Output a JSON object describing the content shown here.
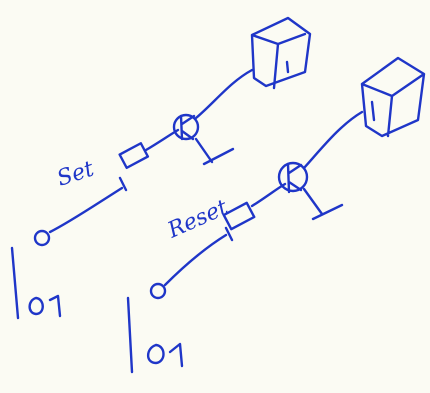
{
  "diagram": {
    "ink_color": "#1f36c8",
    "paper_color": "#fbfbf3",
    "top_circuit": {
      "label": "Set",
      "switch_text": "|o1",
      "ground": "ground-symbol",
      "load": "box"
    },
    "bottom_circuit": {
      "label": "Reset",
      "switch_text": "|o1",
      "ground": "ground-symbol",
      "load": "box"
    }
  }
}
